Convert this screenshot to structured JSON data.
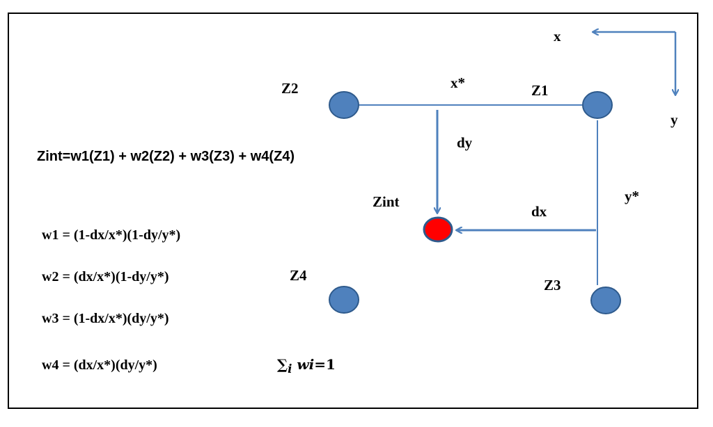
{
  "colors": {
    "line": "#4f81bd",
    "node_fill": "#4f81bd",
    "node_stroke": "#2e5a8c",
    "target_fill": "#ff0000",
    "target_stroke": "#2e5a8c"
  },
  "axes": {
    "x_label": "x",
    "y_label": "y"
  },
  "nodes": {
    "z1": "Z1",
    "z2": "Z2",
    "z3": "Z3",
    "z4": "Z4",
    "zint": "Zint"
  },
  "dims": {
    "x_star": "x*",
    "y_star": "y*",
    "dx": "dx",
    "dy": "dy"
  },
  "equations": {
    "zint": "Zint=w1(Z1) + w2(Z2) + w3(Z3) + w4(Z4)",
    "w1": "w1 = (1-dx/x*)(1-dy/y*)",
    "w2": "w2 = (dx/x*)(1-dy/y*)",
    "w3": "w3 = (1-dx/x*)(dy/y*)",
    "w4": "w4 = (dx/x*)(dy/y*)",
    "sum_symbol": "∑",
    "sum_index": "i",
    "sum_term": "wi",
    "sum_rhs": "=1"
  }
}
